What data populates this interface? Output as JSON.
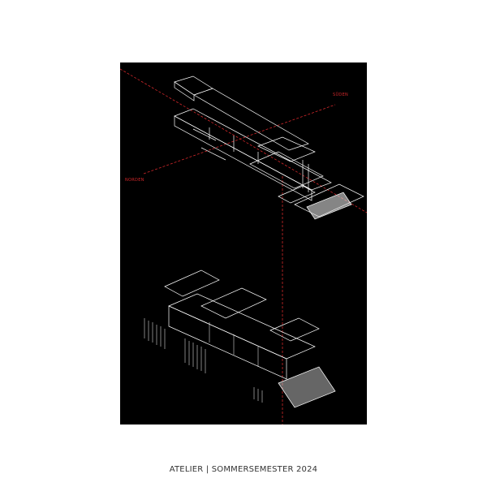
{
  "drawing": {
    "label_south": "SÜDEN",
    "label_north": "NORDEN",
    "line_color": "#ffffff",
    "axis_color": "#d0272a",
    "background": "#000000"
  },
  "caption": "ATELIER | SOMMERSEMESTER 2024"
}
